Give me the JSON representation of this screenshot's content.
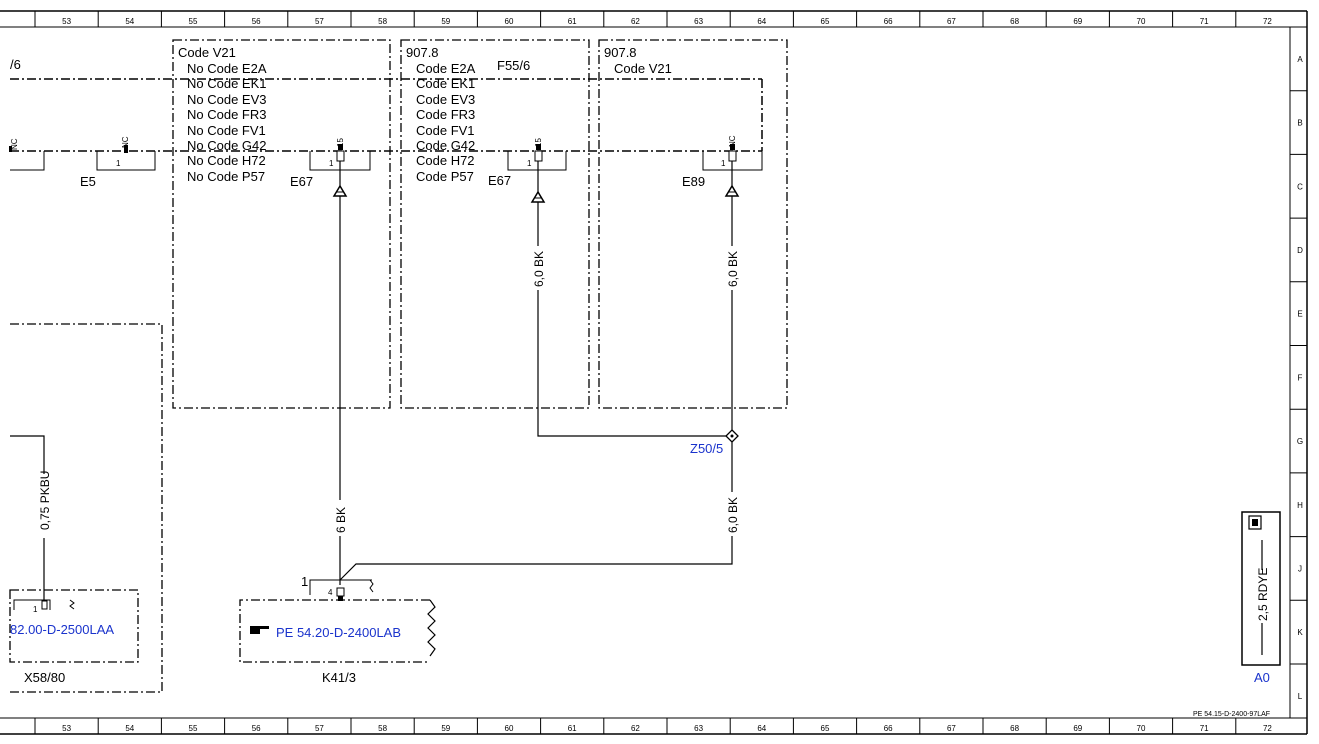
{
  "grid": {
    "columns": [
      "53",
      "54",
      "55",
      "56",
      "57",
      "58",
      "59",
      "60",
      "61",
      "62",
      "63",
      "64",
      "65",
      "66",
      "67",
      "68",
      "69",
      "70",
      "71",
      "72"
    ],
    "rows": [
      "A",
      "B",
      "C",
      "D",
      "E",
      "F",
      "G",
      "H",
      "J",
      "K",
      "L"
    ]
  },
  "boxes": {
    "left": {
      "header": "Code V21",
      "lines": [
        "No Code E2A",
        "No Code EK1",
        "No Code EV3",
        "No Code FR3",
        "No Code FV1",
        "No Code G42",
        "No Code H72",
        "No Code P57"
      ]
    },
    "middle": {
      "header": "907.8",
      "fuse": "F55/6",
      "lines": [
        "Code E2A",
        "Code EK1",
        "Code EV3",
        "Code FR3",
        "Code FV1",
        "Code G42",
        "Code H72",
        "Code P57"
      ]
    },
    "right": {
      "header": "907.8",
      "lines": [
        "Code V21"
      ]
    }
  },
  "labels": {
    "partial_left": "/6",
    "e5": "E5",
    "e67_a": "E67",
    "e67_b": "E67",
    "e89": "E89",
    "k41": "K41/3",
    "x58": "X58/80",
    "a0": "A0",
    "z50": "Z50/5",
    "doc_ref": "PE 54.15-D-2400-97LAF",
    "pin1": "1",
    "pin4": "4",
    "pin15": "15",
    "nc": "NC"
  },
  "wires": {
    "w_pkbu": "0,75 PKBU",
    "w_6bk": "6 BK",
    "w_60bk_a": "6,0 BK",
    "w_60bk_b": "6,0 BK",
    "w_60bk_c": "6,0 BK",
    "w_rdye": "2,5 RDYE"
  },
  "links": {
    "pe54": "PE 54.20-D-2400LAB",
    "x58link": "82.00-D-2500LAA"
  },
  "colors": {
    "link": "#1a33cc",
    "line": "#000000"
  }
}
